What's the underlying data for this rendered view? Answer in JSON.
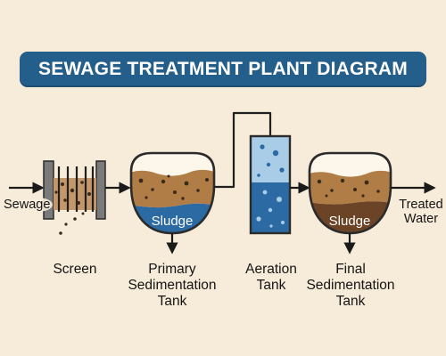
{
  "title": "SEWAGE TREATMENT PLANT DIAGRAM",
  "labels": {
    "input": "Sewage",
    "output_line1": "Treated",
    "output_line2": "Water",
    "primary_sludge": "Sludge",
    "final_sludge": "Sludge"
  },
  "stages": {
    "screen": [
      "Screen"
    ],
    "primary": [
      "Primary",
      "Sedimentation",
      "Tank"
    ],
    "aeration": [
      "Aeration",
      "Tank"
    ],
    "final": [
      "Final",
      "Sedimentation",
      "Tank"
    ]
  },
  "colors": {
    "background": "#f7ecd9",
    "banner": "#245e8a",
    "outline": "#2b2b2b",
    "sewage_brown": "#b07d46",
    "water_blue": "#2b6aa3",
    "light_blue": "#a9cde6",
    "sludge_brown": "#6b4326",
    "particle": "#3a2a1a"
  }
}
